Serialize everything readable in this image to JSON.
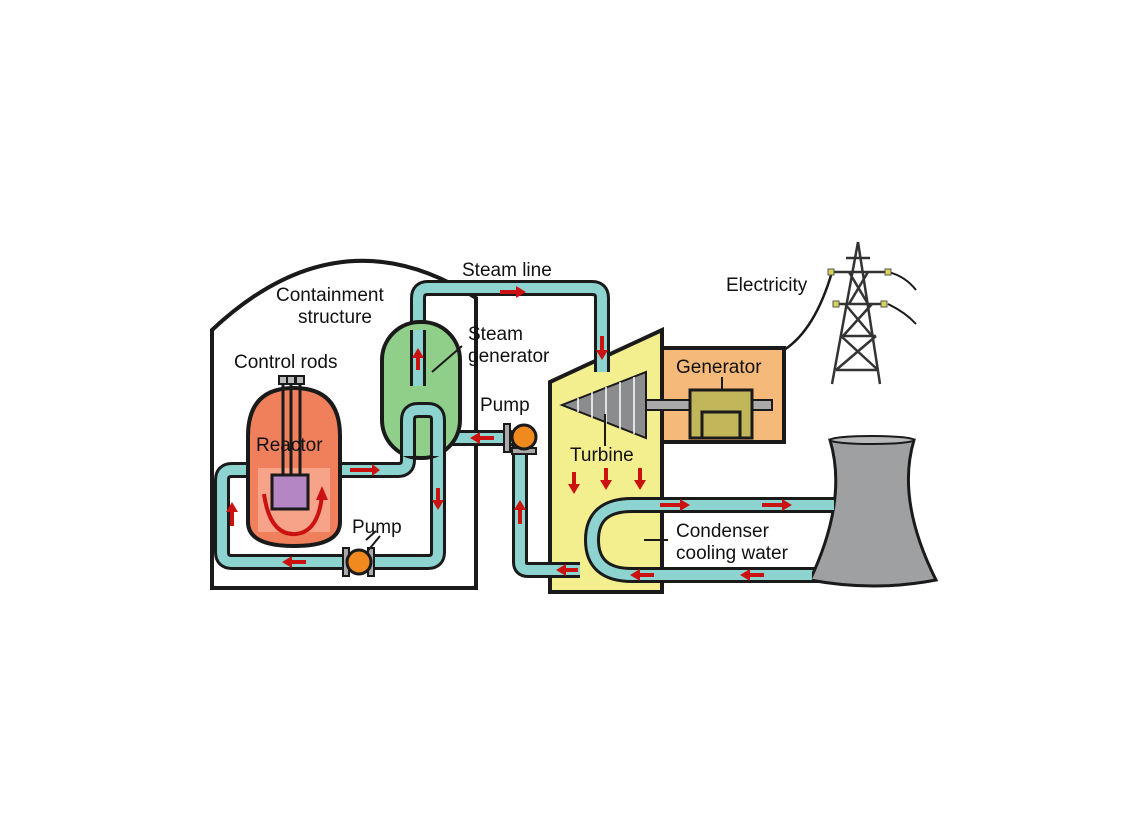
{
  "labels": {
    "steam_line": "Steam line",
    "containment_1": "Containment",
    "containment_2": "structure",
    "steam_gen_1": "Steam",
    "steam_gen_2": "generator",
    "control_rods": "Control rods",
    "reactor": "Reactor",
    "pump_primary": "Pump",
    "pump_secondary": "Pump",
    "turbine": "Turbine",
    "generator": "Generator",
    "electricity": "Electricity",
    "condenser_1": "Condenser",
    "condenser_2": "cooling water"
  },
  "colors": {
    "outline": "#1a1a1a",
    "pipe": "#8dd3d0",
    "arrow": "#cc1111",
    "reactor": "#f07f5c",
    "reactor_core": "#b487c4",
    "steam_generator": "#8fcf8a",
    "turbine_housing": "#f3ef8f",
    "generator_box": "#f5b97a",
    "generator_unit": "#c2b65a",
    "pump": "#f08a1e",
    "cooling_tower": "#9ea0a2",
    "turbine_blades": "#8a8c8e"
  },
  "icons": [
    "pylon-icon",
    "cooling-tower-icon",
    "pump-icon",
    "turbine-icon",
    "control-rods-icon"
  ]
}
